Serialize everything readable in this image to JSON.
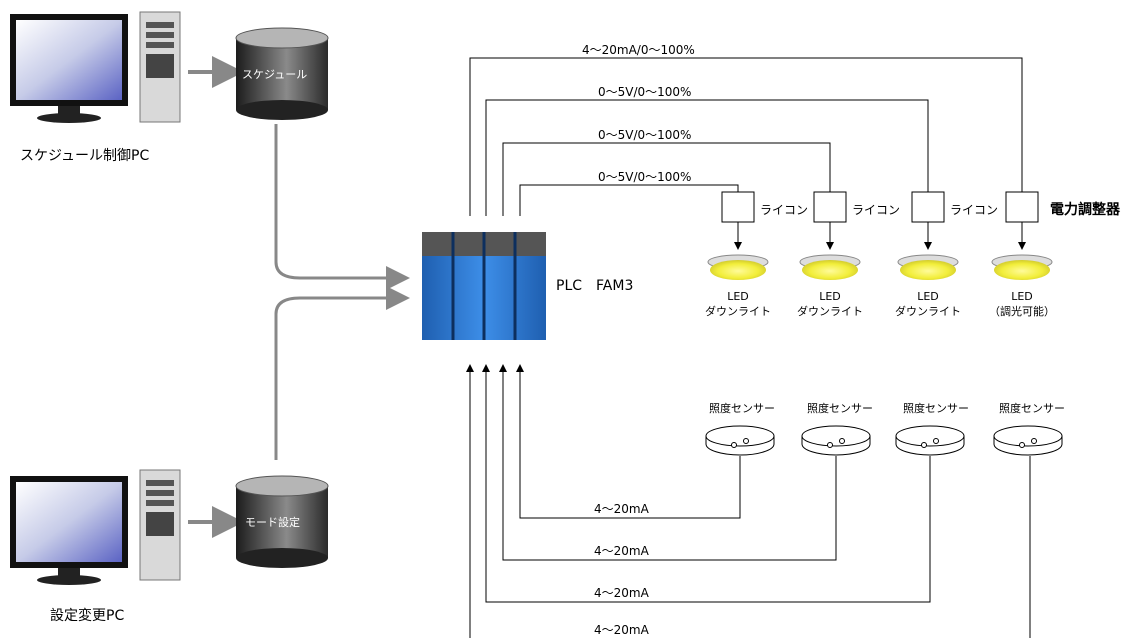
{
  "schedule_pc": {
    "label": "スケジュール制御PC",
    "db_label": "スケジュール"
  },
  "settings_pc": {
    "label": "設定変更PC",
    "db_label": "モード設定"
  },
  "plc": {
    "label": "PLC　FAM3"
  },
  "output_signals": [
    "4〜20mA/0〜100%",
    "0〜5V/0〜100%",
    "0〜5V/0〜100%",
    "0〜5V/0〜100%"
  ],
  "controllers": [
    "ライコン",
    "ライコン",
    "ライコン",
    "電力調整器"
  ],
  "lights": [
    {
      "line1": "LED",
      "line2": "ダウンライト"
    },
    {
      "line1": "LED",
      "line2": "ダウンライト"
    },
    {
      "line1": "LED",
      "line2": "ダウンライト"
    },
    {
      "line1": "LED",
      "line2": "（調光可能）"
    }
  ],
  "sensors": [
    "照度センサー",
    "照度センサー",
    "照度センサー",
    "照度センサー"
  ],
  "input_signals": [
    "4〜20mA",
    "4〜20mA",
    "4〜20mA",
    "4〜20mA"
  ],
  "colors": {
    "plc_blue": "#2f7fd6",
    "led_yellow": "#f2ee3a",
    "arrow_gray": "#888888"
  }
}
